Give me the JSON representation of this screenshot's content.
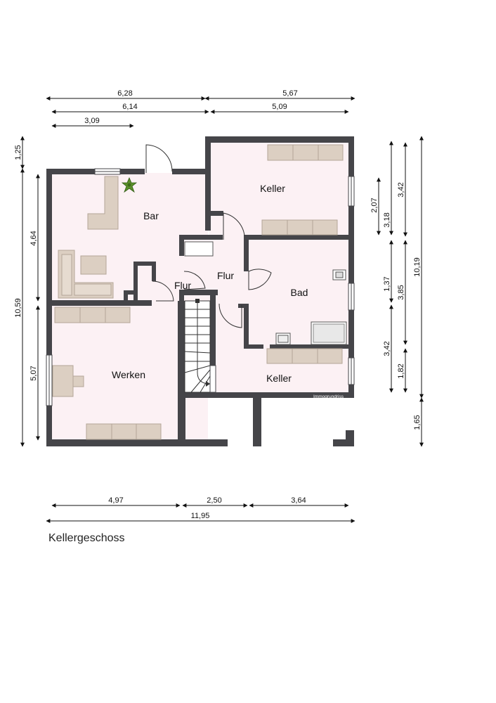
{
  "title": "Kellergeschoss",
  "watermark": "Immogrundriss",
  "colors": {
    "wall": "#454549",
    "floor": "#fcf1f4",
    "furniture": "#dccfc2",
    "furniture_edge": "#b3a698"
  },
  "rooms": {
    "bar": "Bar",
    "keller_top": "Keller",
    "flur_left": "Flur",
    "flur_right": "Flur",
    "bad": "Bad",
    "werken": "Werken",
    "keller_bottom": "Keller"
  },
  "dimensions": {
    "top": [
      "6,28",
      "5,67",
      "6,14",
      "5,09",
      "3,09"
    ],
    "bottom": [
      "4,97",
      "2,50",
      "3,64",
      "11,95"
    ],
    "left": [
      "1,25",
      "4,64",
      "10,59",
      "5,07"
    ],
    "right": [
      "2,07",
      "3,18",
      "3,42",
      "1,37",
      "3,85",
      "10,19",
      "3,42",
      "1,82",
      "1,65"
    ]
  },
  "icons": {
    "plant": "plant-icon",
    "arrows": "arrow-icon"
  }
}
